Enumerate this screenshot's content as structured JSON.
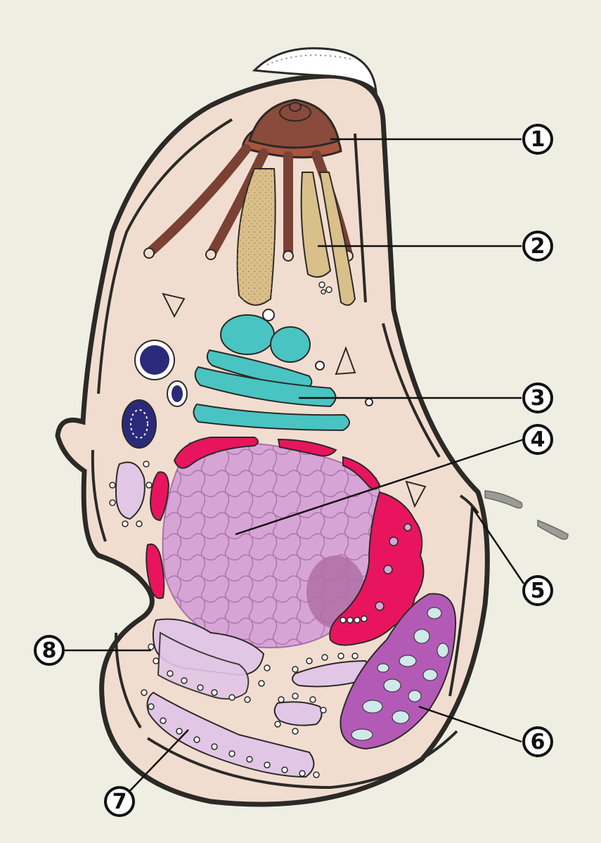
{
  "diagram": {
    "callouts": [
      {
        "id": "1",
        "text": "1",
        "part": "apical-complex"
      },
      {
        "id": "2",
        "text": "2",
        "part": "rhoptry"
      },
      {
        "id": "3",
        "text": "3",
        "part": "golgi"
      },
      {
        "id": "4",
        "text": "4",
        "part": "nucleus"
      },
      {
        "id": "5",
        "text": "5",
        "part": "micropore"
      },
      {
        "id": "6",
        "text": "6",
        "part": "mitochondrion"
      },
      {
        "id": "7",
        "text": "7",
        "part": "endoplasmic-reticulum"
      },
      {
        "id": "8",
        "text": "8",
        "part": "ribosomes"
      }
    ]
  },
  "colors": {
    "background": "#efeee2",
    "cytoplasm": "#f1ddd0",
    "membrane": "#2b2a26",
    "apical_cap": "#ffffff",
    "conoid": "#8a4a3c",
    "rhoptry": "#d9bf8a",
    "golgi": "#49c4c2",
    "nucleus": "#d7a4d6",
    "nuclear_envelope": "#e8155e",
    "mitochondrion": "#b35ab6",
    "er": "#e2c6e6",
    "dense_granule": "#2b2a7a"
  }
}
